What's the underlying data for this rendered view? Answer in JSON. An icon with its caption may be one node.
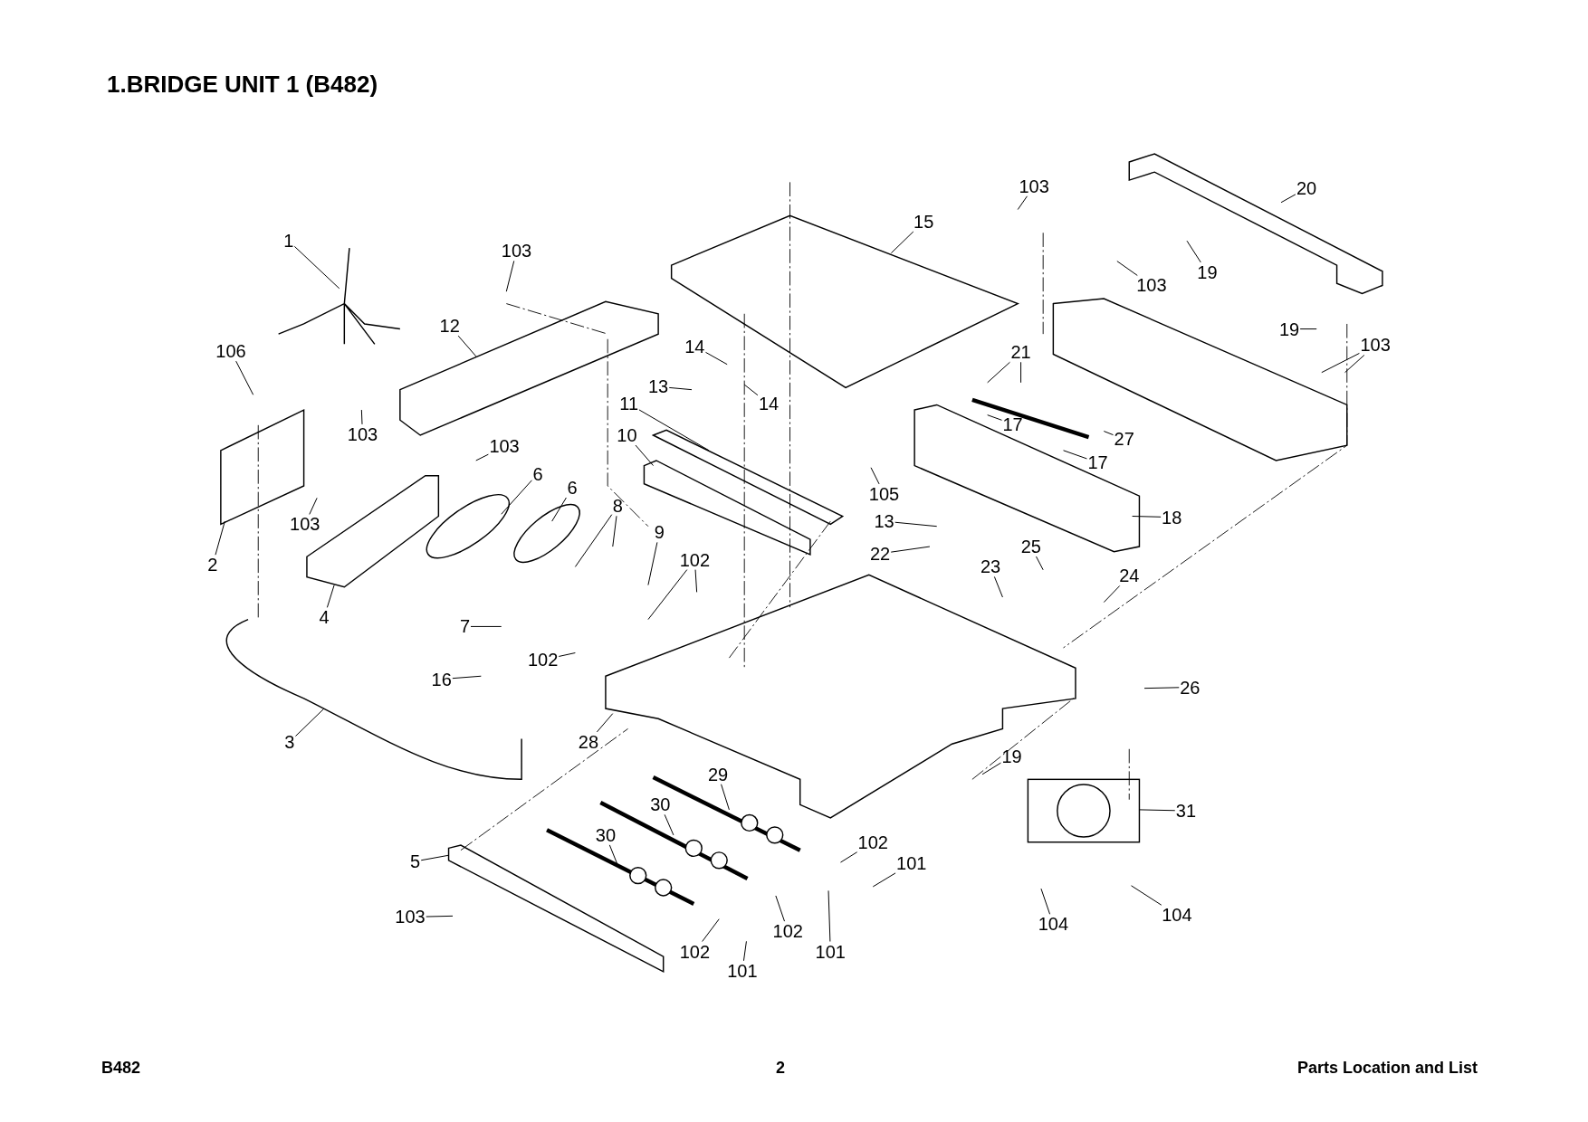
{
  "diagram": {
    "title": "1.BRIDGE UNIT 1 (B482)",
    "nodes": [
      {
        "text": [
          "1"
        ]
      },
      {
        "text": [
          "106"
        ]
      },
      {
        "text": [
          "2"
        ]
      },
      {
        "text": [
          "3"
        ]
      },
      {
        "text": [
          "4"
        ]
      },
      {
        "text": [
          "103"
        ]
      },
      {
        "text": [
          "12"
        ]
      },
      {
        "text": [
          "103"
        ]
      },
      {
        "text": [
          "103"
        ]
      },
      {
        "text": [
          "103"
        ]
      },
      {
        "text": [
          "6"
        ]
      },
      {
        "text": [
          "6"
        ]
      },
      {
        "text": [
          "8"
        ]
      },
      {
        "text": [
          "9"
        ]
      },
      {
        "text": [
          "102"
        ]
      },
      {
        "text": [
          "7"
        ]
      },
      {
        "text": [
          "102"
        ]
      },
      {
        "text": [
          "16"
        ]
      },
      {
        "text": [
          "28"
        ]
      },
      {
        "text": [
          "15"
        ]
      },
      {
        "text": [
          "14"
        ]
      },
      {
        "text": [
          "14"
        ]
      },
      {
        "text": [
          "13"
        ]
      },
      {
        "text": [
          "11"
        ]
      },
      {
        "text": [
          "10"
        ]
      },
      {
        "text": [
          "103"
        ]
      },
      {
        "text": [
          "20"
        ]
      },
      {
        "text": [
          "103"
        ]
      },
      {
        "text": [
          "19"
        ]
      },
      {
        "text": [
          "19"
        ]
      },
      {
        "text": [
          "103"
        ]
      },
      {
        "text": [
          "21"
        ]
      },
      {
        "text": [
          "17"
        ]
      },
      {
        "text": [
          "17"
        ]
      },
      {
        "text": [
          "27"
        ]
      },
      {
        "text": [
          "105"
        ]
      },
      {
        "text": [
          "18"
        ]
      },
      {
        "text": [
          "13"
        ]
      },
      {
        "text": [
          "22"
        ]
      },
      {
        "text": [
          "23"
        ]
      },
      {
        "text": [
          "25"
        ]
      },
      {
        "text": [
          "24"
        ]
      },
      {
        "text": [
          "26"
        ]
      },
      {
        "text": [
          "19"
        ]
      },
      {
        "text": [
          "31"
        ]
      },
      {
        "text": [
          "29"
        ]
      },
      {
        "text": [
          "30"
        ]
      },
      {
        "text": [
          "30"
        ]
      },
      {
        "text": [
          "102"
        ]
      },
      {
        "text": [
          "101"
        ]
      },
      {
        "text": [
          "5"
        ]
      },
      {
        "text": [
          "103"
        ]
      },
      {
        "text": [
          "102"
        ]
      },
      {
        "text": [
          "102"
        ]
      },
      {
        "text": [
          "101"
        ]
      },
      {
        "text": [
          "101"
        ]
      },
      {
        "text": [
          "104"
        ]
      },
      {
        "text": [
          "104"
        ]
      }
    ],
    "edges": [
      {
        "from": 0,
        "to": null,
        "arrow": "none"
      },
      {
        "from": 1,
        "to": null,
        "arrow": "none"
      },
      {
        "from": 2,
        "to": null,
        "arrow": "none"
      },
      {
        "from": 3,
        "to": null,
        "arrow": "none"
      },
      {
        "from": 4,
        "to": null,
        "arrow": "none"
      },
      {
        "from": 5,
        "to": null,
        "arrow": "none"
      },
      {
        "from": 6,
        "to": null,
        "arrow": "none"
      },
      {
        "from": 7,
        "to": null,
        "arrow": "none"
      },
      {
        "from": 8,
        "to": null,
        "arrow": "none"
      },
      {
        "from": 9,
        "to": null,
        "arrow": "none"
      },
      {
        "from": 10,
        "to": null,
        "arrow": "none"
      },
      {
        "from": 11,
        "to": null,
        "arrow": "none"
      },
      {
        "from": 12,
        "to": null,
        "arrow": "none"
      },
      {
        "from": 12,
        "to": null,
        "arrow": "none"
      },
      {
        "from": 13,
        "to": null,
        "arrow": "none"
      },
      {
        "from": 14,
        "to": null,
        "arrow": "none"
      },
      {
        "from": 14,
        "to": null,
        "arrow": "none"
      },
      {
        "from": 15,
        "to": null,
        "arrow": "none"
      },
      {
        "from": 16,
        "to": null,
        "arrow": "none"
      },
      {
        "from": 17,
        "to": null,
        "arrow": "none"
      },
      {
        "from": 18,
        "to": null,
        "arrow": "none"
      },
      {
        "from": 19,
        "to": null,
        "arrow": "none"
      },
      {
        "from": 20,
        "to": null,
        "arrow": "none"
      },
      {
        "from": 21,
        "to": null,
        "arrow": "none"
      },
      {
        "from": 22,
        "to": null,
        "arrow": "none"
      },
      {
        "from": 23,
        "to": null,
        "arrow": "none"
      },
      {
        "from": 24,
        "to": null,
        "arrow": "none"
      },
      {
        "from": 25,
        "to": null,
        "arrow": "none"
      },
      {
        "from": 26,
        "to": null,
        "arrow": "none"
      },
      {
        "from": 27,
        "to": null,
        "arrow": "none"
      },
      {
        "from": 28,
        "to": null,
        "arrow": "none"
      },
      {
        "from": 29,
        "to": null,
        "arrow": "none"
      },
      {
        "from": 30,
        "to": null,
        "arrow": "none"
      },
      {
        "from": 30,
        "to": null,
        "arrow": "none"
      },
      {
        "from": 31,
        "to": null,
        "arrow": "none"
      },
      {
        "from": 31,
        "to": null,
        "arrow": "none"
      },
      {
        "from": 32,
        "to": null,
        "arrow": "none"
      },
      {
        "from": 33,
        "to": null,
        "arrow": "none"
      },
      {
        "from": 34,
        "to": null,
        "arrow": "none"
      },
      {
        "from": 35,
        "to": null,
        "arrow": "none"
      },
      {
        "from": 36,
        "to": null,
        "arrow": "none"
      },
      {
        "from": 37,
        "to": null,
        "arrow": "none"
      },
      {
        "from": 38,
        "to": null,
        "arrow": "none"
      },
      {
        "from": 39,
        "to": null,
        "arrow": "none"
      },
      {
        "from": 40,
        "to": null,
        "arrow": "none"
      },
      {
        "from": 41,
        "to": null,
        "arrow": "none"
      },
      {
        "from": 42,
        "to": null,
        "arrow": "none"
      },
      {
        "from": 43,
        "to": null,
        "arrow": "none"
      },
      {
        "from": 44,
        "to": null,
        "arrow": "none"
      },
      {
        "from": 45,
        "to": null,
        "arrow": "none"
      },
      {
        "from": 46,
        "to": null,
        "arrow": "none"
      },
      {
        "from": 47,
        "to": null,
        "arrow": "none"
      },
      {
        "from": 48,
        "to": null,
        "arrow": "none"
      },
      {
        "from": 49,
        "to": null,
        "arrow": "none"
      },
      {
        "from": 50,
        "to": null,
        "arrow": "none"
      },
      {
        "from": 51,
        "to": null,
        "arrow": "none"
      },
      {
        "from": 52,
        "to": null,
        "arrow": "none"
      },
      {
        "from": 53,
        "to": null,
        "arrow": "none"
      },
      {
        "from": 54,
        "to": null,
        "arrow": "none"
      },
      {
        "from": 55,
        "to": null,
        "arrow": "none"
      },
      {
        "from": 56,
        "to": null,
        "arrow": "none"
      },
      {
        "from": 57,
        "to": null,
        "arrow": "none"
      }
    ],
    "labels": [
      "B482",
      "2",
      "Parts Location and List"
    ]
  }
}
